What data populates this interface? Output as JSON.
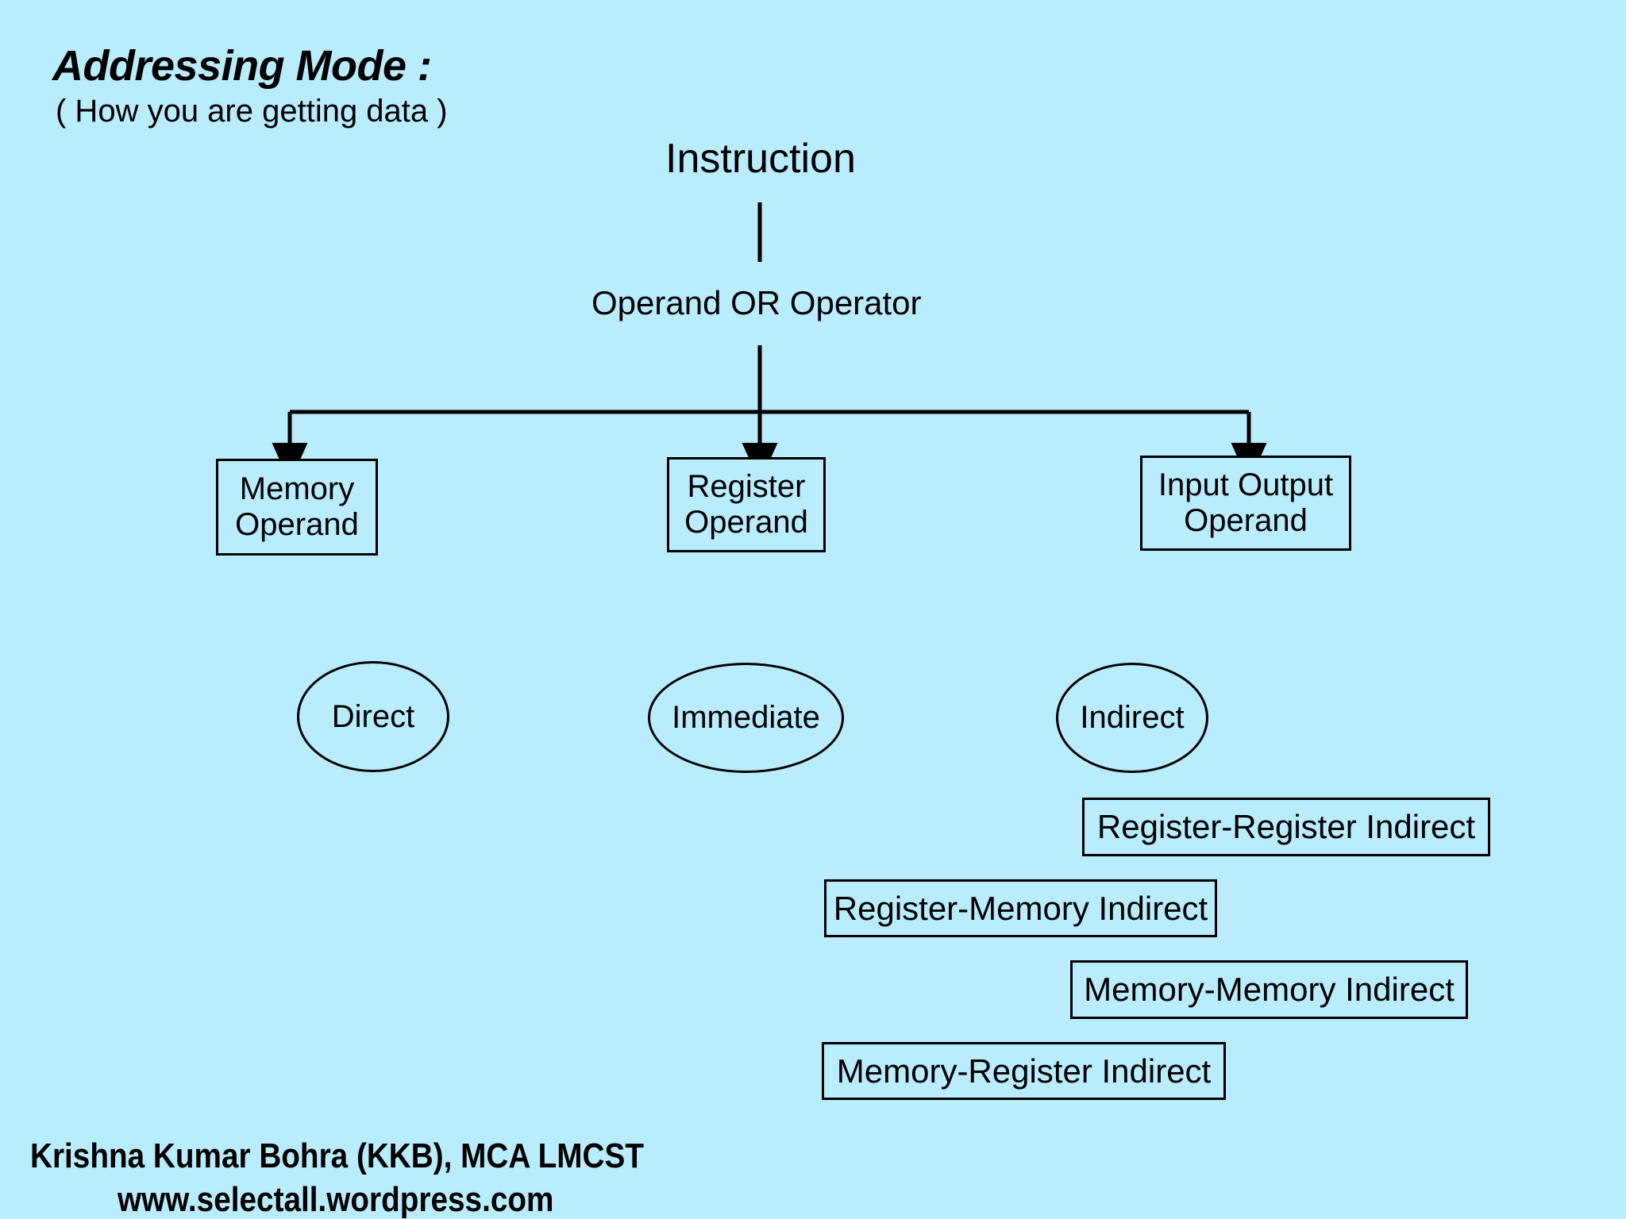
{
  "heading": {
    "title": "Addressing Mode :",
    "subtitle": "( How you are getting data )"
  },
  "diagram": {
    "root_label": "Instruction",
    "second_label": "Operand OR Operator",
    "operand_boxes": [
      {
        "line1": "Memory",
        "line2": "Operand"
      },
      {
        "line1": "Register",
        "line2": "Operand"
      },
      {
        "line1": "Input Output",
        "line2": "Operand"
      }
    ],
    "mode_ellipses": [
      {
        "label": "Direct"
      },
      {
        "label": "Immediate"
      },
      {
        "label": "Indirect"
      }
    ],
    "indirect_variants": [
      {
        "label": "Register-Register Indirect"
      },
      {
        "label": "Register-Memory Indirect"
      },
      {
        "label": "Memory-Memory Indirect"
      },
      {
        "label": "Memory-Register Indirect"
      }
    ]
  },
  "footer": {
    "author": "Krishna Kumar Bohra (KKB), MCA LMCST",
    "website": "www.selectall.wordpress.com"
  },
  "colors": {
    "background": "#b9ecfd",
    "stroke": "#000000",
    "text": "#000000"
  }
}
